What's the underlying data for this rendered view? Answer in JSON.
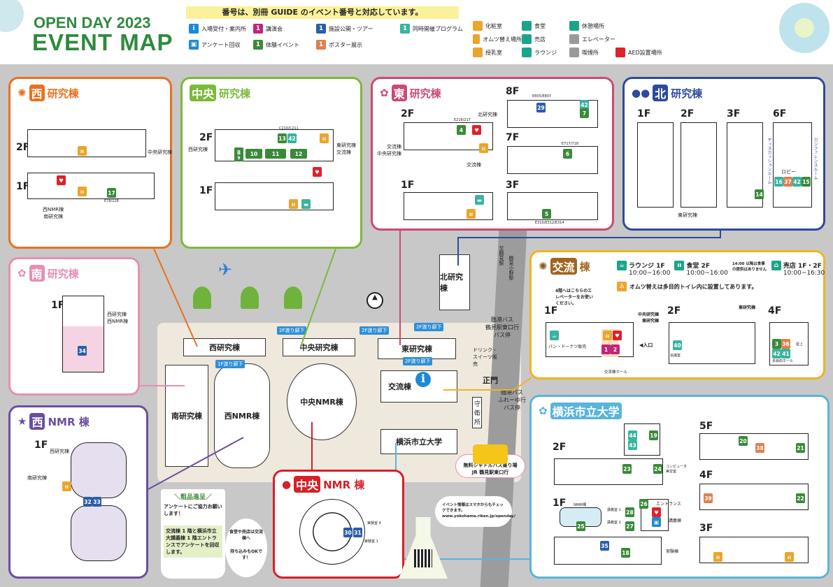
{
  "header": {
    "title_top": "OPEN DAY 2023",
    "title_main": "EVENT MAP",
    "note": "番号は、別冊 GUIDE のイベント番号と対応しています。",
    "legend": [
      {
        "icon": "info-icon",
        "label": "入場受付・案内所",
        "color": "#1c8ad4"
      },
      {
        "icon": "lecture-icon",
        "label": "講演会",
        "color": "#c2257a"
      },
      {
        "icon": "tour-icon",
        "label": "施設公開・ツアー",
        "color": "#2a5ea8"
      },
      {
        "icon": "concurrent-icon",
        "label": "同時開催プログラム",
        "color": "#3ab3a0"
      },
      {
        "icon": "survey-box-icon",
        "label": "アンケート回収",
        "color": "#1c8ad4"
      },
      {
        "icon": "experience-icon",
        "label": "体験イベント",
        "color": "#3a8a3a"
      },
      {
        "icon": "poster-icon",
        "label": "ポスター展示",
        "color": "#e07f4e"
      }
    ],
    "legend_symbol": "1",
    "facilities": [
      {
        "icon": "restroom-icon",
        "label": "化粧室",
        "color": "#eba52d"
      },
      {
        "icon": "cafeteria-icon",
        "label": "食堂",
        "color": "#1aa58a"
      },
      {
        "icon": "rest-area-icon",
        "label": "休憩場所",
        "color": "#1aa58a"
      },
      {
        "icon": "diaper-icon",
        "label": "オムツ替え場所",
        "color": "#eba52d"
      },
      {
        "icon": "shop-icon",
        "label": "売店",
        "color": "#1aa58a"
      },
      {
        "icon": "elevator-icon",
        "label": "エレベーター",
        "color": "#9a9a9a"
      },
      {
        "icon": "nursing-icon",
        "label": "授乳室",
        "color": "#eba52d"
      },
      {
        "icon": "lounge-icon",
        "label": "ラウンジ",
        "color": "#1aa58a"
      },
      {
        "icon": "smoking-icon",
        "label": "喫煙所",
        "color": "#9a9a9a"
      },
      {
        "icon": "aed-icon",
        "label": "AED設置場所",
        "color": "#e0202a"
      }
    ]
  },
  "west": {
    "mark": "西",
    "title": "研究棟",
    "color": "#e8711f",
    "f2": "2F",
    "f1": "1F",
    "to_central": "中央研究棟",
    "room": "E78/128",
    "ev17": "17",
    "to_south": "西NMR棟\n南研究棟"
  },
  "central": {
    "mark": "中央",
    "title": "研究棟",
    "color": "#7cb93a",
    "f2": "2F",
    "f1": "1F",
    "to_west": "西研究棟",
    "to_east": "東研究棟\n交流棟",
    "ev": [
      "13",
      "42",
      "8",
      "9",
      "10",
      "11",
      "12"
    ],
    "rooms": "C210/C211"
  },
  "east": {
    "mark": "東",
    "title": "研究棟",
    "color": "#c94a78",
    "f2": "2F",
    "f1": "1F",
    "f8": "8F",
    "f7": "7F",
    "f3": "3F",
    "to_north": "北研究棟",
    "to_exchange": "交流棟\n中央研究棟",
    "to_exchange2": "交流棟",
    "ev": {
      "e4": "4",
      "e29": "29",
      "e42": "42",
      "e7": "7",
      "e6": "6",
      "e5": "5"
    },
    "r8": "E805/E807",
    "r7": "E717/718",
    "r2": "E216/217",
    "r3": "E310/E312/E314"
  },
  "north": {
    "mark": "北",
    "title": "研究棟",
    "color": "#2e4a9e",
    "floors": [
      "1F",
      "2F",
      "3F",
      "6F"
    ],
    "to_east": "東研究棟",
    "lobby": "ロビー",
    "ev": [
      "14",
      "16",
      "37",
      "42",
      "15"
    ],
    "disc": "ディスカッションルーム",
    "conf": "カンファレンスルーム"
  },
  "south": {
    "mark": "南",
    "title": "研究棟",
    "color": "#e58fb4",
    "f1": "1F",
    "to": "西研究棟\n西NMR棟",
    "ev": "34"
  },
  "westnmr": {
    "mark": "西",
    "title": "NMR 棟",
    "color": "#6b4ea0",
    "f1": "1F",
    "to_west": "西研究棟",
    "to_south": "南研究棟",
    "ev": [
      "32",
      "33"
    ]
  },
  "exchange": {
    "mark": "交流",
    "title": "棟",
    "color": "#f0b323",
    "lounge": "ラウンジ 1F",
    "lounge_h": "10:00~16:00",
    "cafe": "食堂 2F",
    "cafe_h": "10:00~16:00",
    "cafe_note": "14:00 以降は食事の提供はありません",
    "shop": "売店 1F・2F",
    "shop_h": "10:00~16:30",
    "diaper_note": "オムツ替えは多目的トイレ内に設置してあります。",
    "elev_note": "4階へはこちらのエレベーターをお使いください。",
    "f1": "1F",
    "f2": "2F",
    "f4": "4F",
    "bakery": "パン・ドーナツ販売",
    "entrance": "◀入口",
    "hall": "交流棟ホール",
    "to_central": "中央研究棟\n東研究棟",
    "to_east": "東研究棟",
    "ev": [
      "1",
      "2",
      "40",
      "3",
      "36",
      "42",
      "41"
    ],
    "meeting": "会議室",
    "multi": "多目的ホール",
    "roof": "屋上"
  },
  "cnmr": {
    "mark": "中央",
    "title": "NMR 棟",
    "color": "#d6202a",
    "ev": [
      "30",
      "31"
    ],
    "r1": "実験室 4",
    "r2": "実験室 1"
  },
  "ycu": {
    "title": "横浜市立大学",
    "color": "#5ab4dc",
    "floors": [
      "2F",
      "1F",
      "5F",
      "4F",
      "3F"
    ],
    "ev2": [
      "44",
      "43",
      "19",
      "23",
      "24"
    ],
    "ev1": [
      "25",
      "26",
      "28",
      "27",
      "35",
      "18"
    ],
    "ev5": [
      "20",
      "38",
      "21"
    ],
    "ev4": [
      "39",
      "22"
    ],
    "l_nmr": "NMR棟",
    "l_ent": "エントランス",
    "l_lec": "講義棟",
    "l_lab": "実験棟",
    "l_r1": "講義室 1",
    "l_r2": "講義室 2",
    "l_comp": "コンピュータ実習室"
  },
  "campus": {
    "west": "西研究棟",
    "central": "中央研究棟",
    "east": "東研究棟",
    "north": "北研究棟",
    "south": "南研究棟",
    "westnmr": "西NMR棟",
    "centralnmr": "中央NMR棟",
    "exchange": "交流棟",
    "ycu": "横浜市立大学",
    "bridge": "2F渡り廊下",
    "bridge1": "1F渡り廊下",
    "drink": "ドリンク・スイーツ販売",
    "gate": "正門",
    "guard": "守衛所",
    "bus1": "臨港バス\n鶴見駅東口行\nバス停",
    "bus2": "臨港バス\nふれーゆ行\nバス停",
    "station1": "至鶴見駅",
    "station2": "鶴見小野駅",
    "shuttle": "無料シャトルバス乗り場\nJR 鶴見駅東口行"
  },
  "gift": {
    "title": "＼粗品進呈／",
    "ask": "アンケートにご協力お願いします！",
    "where": "交流棟 1 階と横浜市立大講義棟 1 階エントランスでアンケートを回収します。",
    "food": "食堂や売店は交流棟へ",
    "bring": "持ち込みもOKです！"
  },
  "info": {
    "text": "イベント情報はスマホからもチェックできます。",
    "url": "www.yokohama.riken.jp/openday/"
  }
}
